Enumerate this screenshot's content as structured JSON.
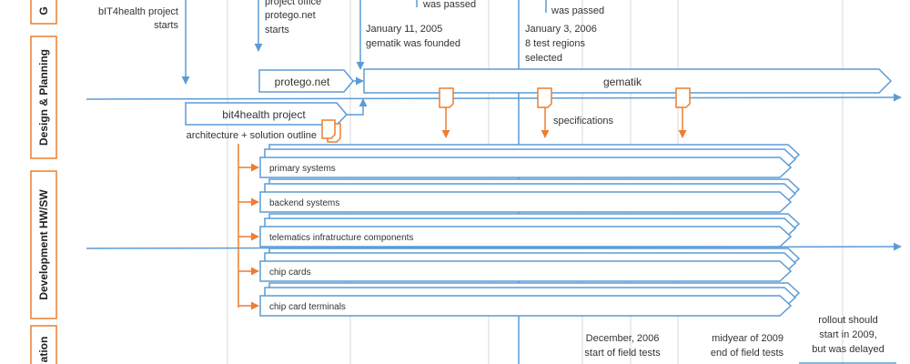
{
  "lanes": [
    {
      "id": "governance",
      "label": "G"
    },
    {
      "id": "design",
      "label": "Design & Planning"
    },
    {
      "id": "development",
      "label": "Development HW/SW"
    },
    {
      "id": "operation",
      "label": "ation"
    }
  ],
  "events": {
    "bit4health_start": [
      "bIT4health project",
      "starts"
    ],
    "protego_start": [
      "project office",
      "protego.net",
      "starts"
    ],
    "law_1": "was passed",
    "law_2": "was passed",
    "gematik_founded": [
      "January 11, 2005",
      "gematik was founded"
    ],
    "test_regions": [
      "January 3, 2006",
      "8 test regions",
      "selected"
    ],
    "field_tests_start": [
      "December, 2006",
      "start of field tests"
    ],
    "field_tests_end": [
      "midyear of 2009",
      "end of field tests"
    ],
    "rollout": [
      "rollout should",
      "start in 2009,",
      "but was delayed"
    ]
  },
  "design_bars": {
    "protego": "protego.net",
    "gematik": "gematik",
    "bit4health": "bit4health project",
    "architecture": "architecture + solution outline",
    "specifications": "specifications"
  },
  "development_bars": [
    "primary systems",
    "backend systems",
    "telematics infratructure components",
    "chip cards",
    "chip card terminals"
  ],
  "colors": {
    "blue": "#5b9bd5",
    "orange": "#ed7d31",
    "grid": "#d9d9d9",
    "text": "#333333"
  }
}
